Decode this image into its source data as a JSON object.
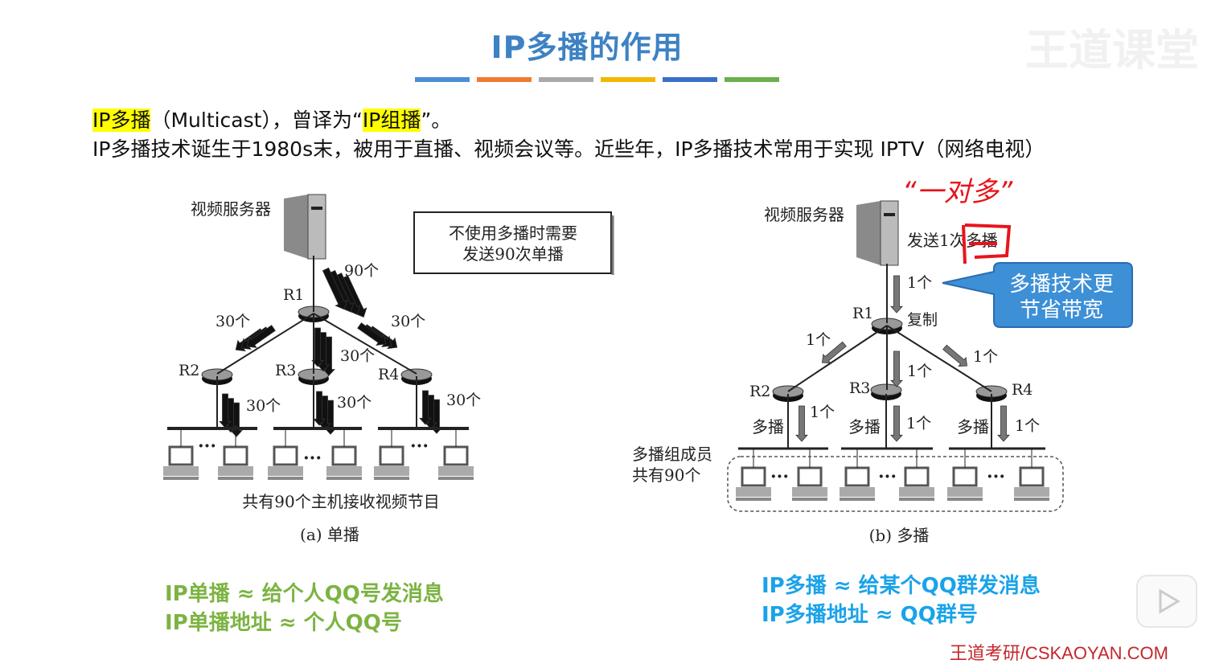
{
  "title": "IP多播的作用",
  "watermark": "王道课堂",
  "colors": {
    "title": "#3d82c4",
    "highlight": "#ffff00",
    "green": "#7cb342",
    "blue": "#1aa3e8",
    "footer": "#c3272b",
    "bars": [
      "#4a8fd6",
      "#ef7b30",
      "#a9a9a9",
      "#f2b800",
      "#3a6fc9",
      "#6ab04c"
    ]
  },
  "intro": {
    "hl1": "IP多播",
    "t1": "（Multicast），曾译为“",
    "hl2": "IP组播",
    "t2": "”。",
    "line2": "IP多播技术诞生于1980s末，被用于直播、视频会议等。近些年，IP多播技术常用于实现 IPTV（网络电视）"
  },
  "unicast": {
    "server_label": "视频服务器",
    "note_line1": "不使用多播时需要",
    "note_line2": "发送90次单播",
    "r1": "R1",
    "r2": "R2",
    "r3": "R3",
    "r4": "R4",
    "c_server": "90个",
    "c_left": "30个",
    "c_right": "30个",
    "c_mid": "30个",
    "c_r2": "30个",
    "c_r3": "30个",
    "c_r4": "30个",
    "hosts_caption": "共有90个主机接收视频节目",
    "caption": "(a) 单播"
  },
  "multicast": {
    "server_label": "视频服务器",
    "send_label": "发送1次多播",
    "handwritten": "“一对多”",
    "callout_line1": "多播技术更",
    "callout_line2": "节省带宽",
    "r1": "R1",
    "r2": "R2",
    "r3": "R3",
    "r4": "R4",
    "copy": "复制",
    "c_server": "1个",
    "c_left": "1个",
    "c_right": "1个",
    "c_mid": "1个",
    "c_r2": "1个",
    "c_r3": "1个",
    "c_r4": "1个",
    "mc_label": "多播",
    "members_line1": "多播组成员",
    "members_line2": "共有90个",
    "caption": "(b) 多播"
  },
  "analogy_left": {
    "line1": "IP单播 ≈ 给个人QQ号发消息",
    "line2": "IP单播地址 ≈ 个人QQ号"
  },
  "analogy_right": {
    "line1": "IP多播 ≈ 给某个QQ群发消息",
    "line2": "IP多播地址 ≈ QQ群号"
  },
  "footer": "王道考研/CSKAOYAN.COM"
}
